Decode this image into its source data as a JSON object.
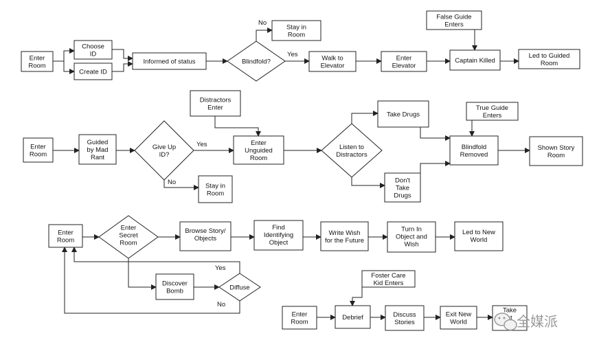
{
  "nodes": {
    "r1_enter_room": "Enter\nRoom",
    "r1_choose_id": "Choose\nID",
    "r1_create_id": "Create ID",
    "r1_informed": "Informed of status",
    "r1_blindfold": "Blindfold?",
    "r1_stay_in_room": "Stay in\nRoom",
    "r1_walk_elevator": "Walk to\nElevator",
    "r1_enter_elevator": "Enter\nElevator",
    "r1_false_guide": "False Guide\nEnters",
    "r1_captain_killed": "Captain Killed",
    "r1_led_guided": "Led to Guided\nRoom",
    "r2_enter_room": "Enter\nRoom",
    "r2_guided_mad_rant": "Guided\nby Mad\nRant",
    "r2_give_up_id": "Give Up\nID?",
    "r2_stay_in_room": "Stay in\nRoom",
    "r2_distractors_enter": "Distractors\nEnter",
    "r2_enter_unguided": "Enter\nUnguided\nRoom",
    "r2_listen_distractors": "Listen to\nDistractors",
    "r2_take_drugs": "Take Drugs",
    "r2_dont_take_drugs": "Don't\nTake\nDrugs",
    "r2_true_guide": "True Guide\nEnters",
    "r2_blindfold_removed": "Blindfold\nRemoved",
    "r2_shown_story": "Shown Story\nRoom",
    "r3_enter_room": "Enter\nRoom",
    "r3_enter_secret": "Enter\nSecret\nRoom",
    "r3_browse": "Browse Story/\nObjects",
    "r3_find_object": "Find\nIdentifying\nObject",
    "r3_write_wish": "Write Wish\nfor the Future",
    "r3_turn_in": "Turn In\nObject and\nWish",
    "r3_led_new_world": "Led to New\nWorld",
    "r3_discover_bomb": "Discover\nBomb",
    "r3_diffuse": "Diffuse",
    "r4_foster_care": "Foster Care\nKid Enters",
    "r4_enter_room": "Enter\nRoom",
    "r4_debrief": "Debrief",
    "r4_discuss": "Discuss\nStories",
    "r4_exit_world": "Exit New\nWorld",
    "r4_take": "Take\nst\ney"
  },
  "edge_labels": {
    "no_1": "No",
    "yes_1": "Yes",
    "yes_2": "Yes",
    "no_2": "No",
    "yes_3": "Yes",
    "no_3": "No"
  },
  "watermark": "全媒派"
}
